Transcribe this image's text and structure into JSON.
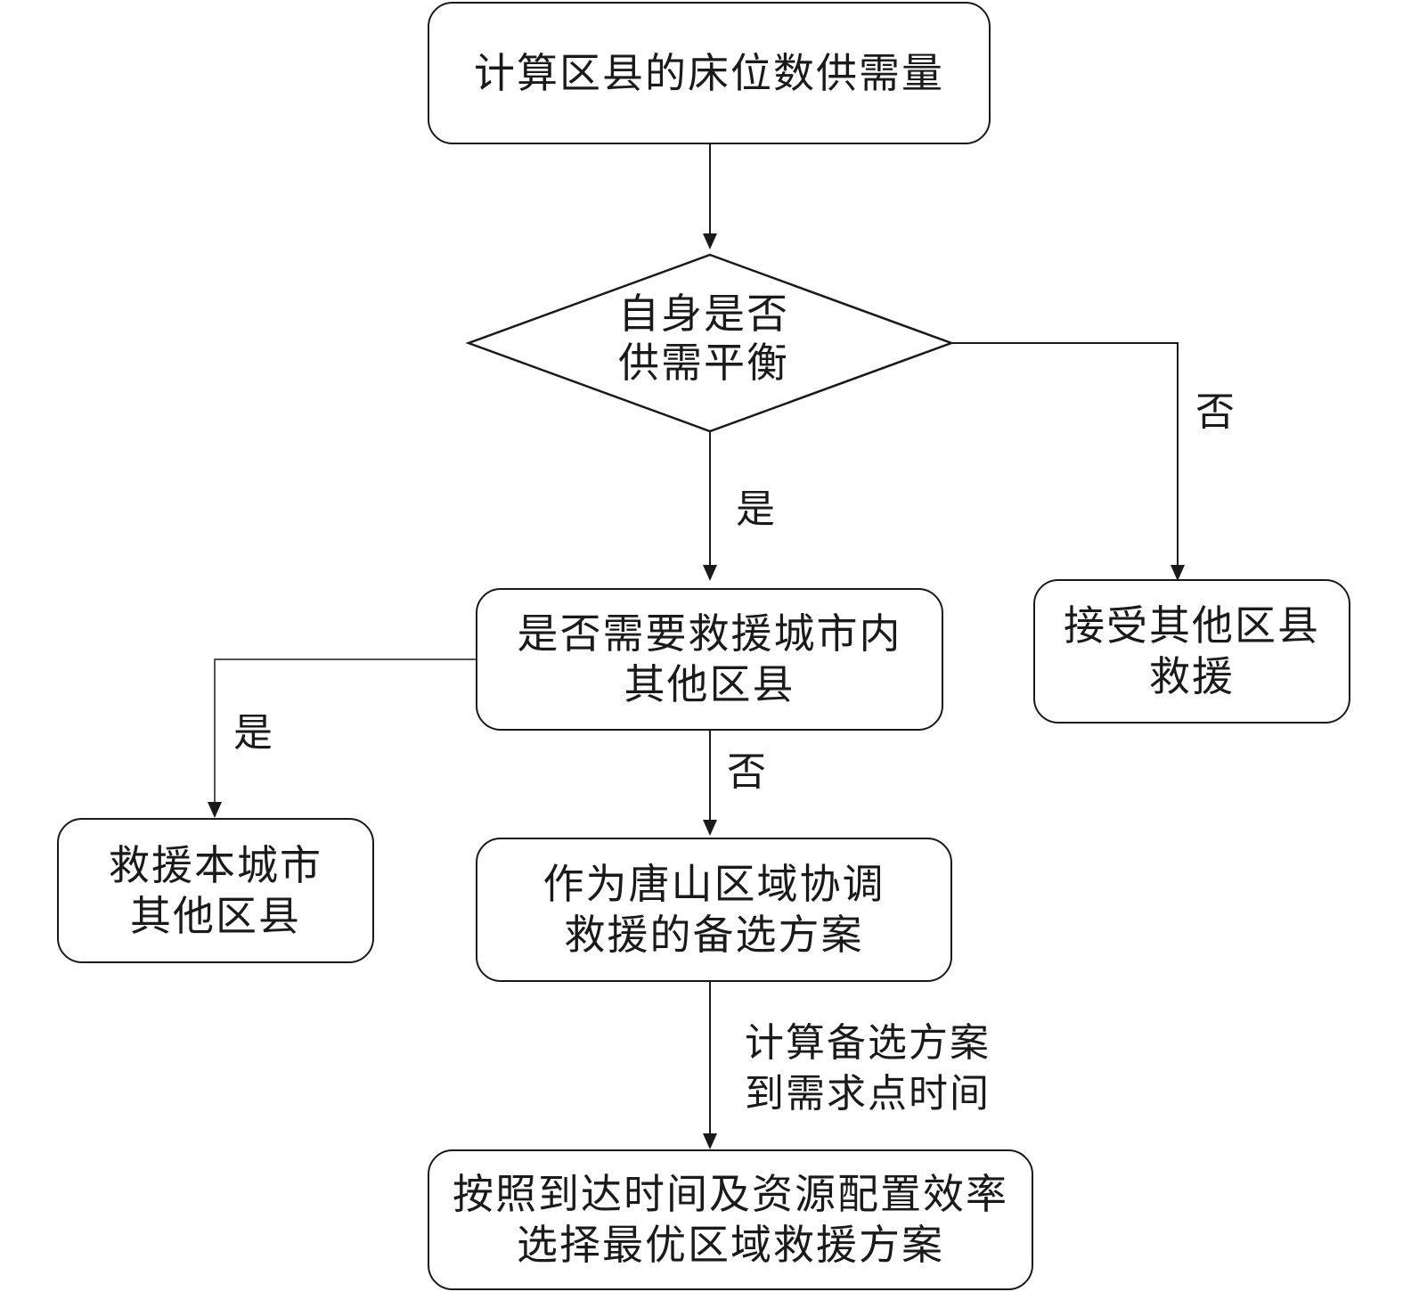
{
  "diagram": {
    "type": "flowchart",
    "nodes": {
      "calc_supply_demand": {
        "shape": "rounded-rect",
        "lines": [
          "计算区县的床位数供需量"
        ]
      },
      "balance_check": {
        "shape": "diamond",
        "lines": [
          "自身是否",
          "供需平衡"
        ]
      },
      "need_rescue_check": {
        "shape": "rounded-rect",
        "lines": [
          "是否需要救援城市内",
          "其他区县"
        ]
      },
      "accept_rescue": {
        "shape": "rounded-rect",
        "lines": [
          "接受其他区县",
          "救援"
        ]
      },
      "rescue_city_districts": {
        "shape": "rounded-rect",
        "lines": [
          "救援本城市",
          "其他区县"
        ]
      },
      "alternative_plan": {
        "shape": "rounded-rect",
        "lines": [
          "作为唐山区域协调",
          "救援的备选方案"
        ]
      },
      "select_optimal": {
        "shape": "rounded-rect",
        "lines": [
          "按照到达时间及资源配置效率",
          "选择最优区域救援方案"
        ]
      }
    },
    "edges": [
      {
        "from": "calc_supply_demand",
        "to": "balance_check",
        "label": ""
      },
      {
        "from": "balance_check",
        "to": "need_rescue_check",
        "label": "是"
      },
      {
        "from": "balance_check",
        "to": "accept_rescue",
        "label": "否"
      },
      {
        "from": "need_rescue_check",
        "to": "rescue_city_districts",
        "label": "是"
      },
      {
        "from": "need_rescue_check",
        "to": "alternative_plan",
        "label": "否"
      },
      {
        "from": "alternative_plan",
        "to": "select_optimal",
        "label_lines": [
          "计算备选方案",
          "到需求点时间"
        ]
      }
    ]
  }
}
